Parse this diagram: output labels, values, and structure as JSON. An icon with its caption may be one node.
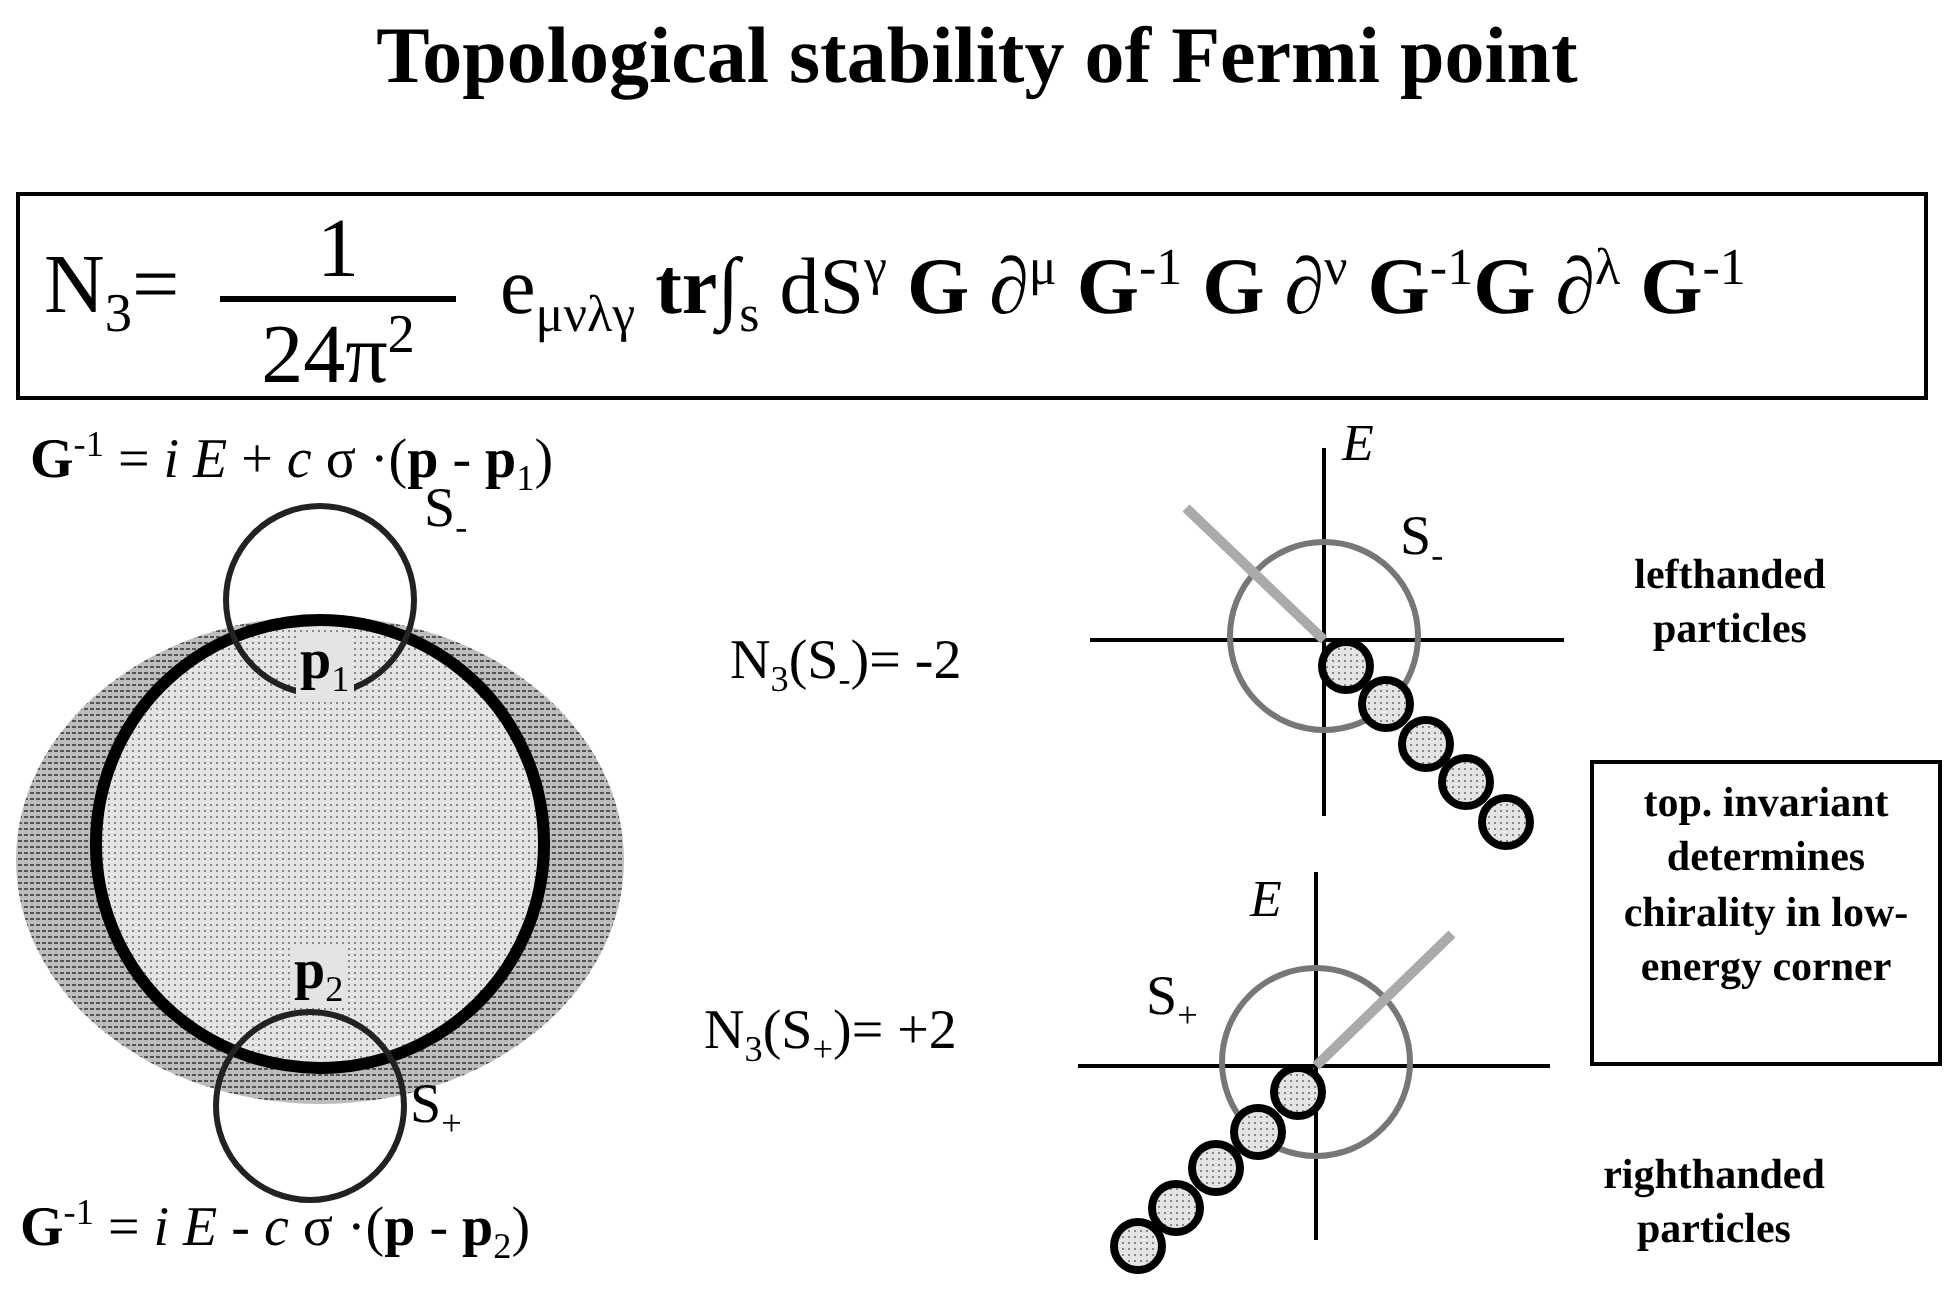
{
  "diagram": {
    "title": "Topological stability of Fermi point",
    "nodes": [
      {
        "text": [
          "N$_{3}$=",
          "1",
          "24π$^{2}$",
          "e$_{μνλγ}$ **tr**∫$_{s}$ dS$^{γ}$ **G** ∂$^{μ}$ **G**$^{-1}$ **G** ∂$^{ν}$ **G**$^{-1}$**G** ∂$^{λ}$ **G**$^{-1}$"
        ]
      },
      {
        "text": [
          "top. invariant determines chirality in low-energy corner"
        ]
      }
    ],
    "edges": [],
    "labels": [
      "**G**$^{-1}$ = *i E* + *c* σ ·(**p** - **p**$_{1}$)",
      "S$_{-}$",
      "**p**$_{1}$",
      "**p**$_{2}$",
      "S$_{+}$",
      "**G**$^{-1}$ = *i E* - *c* σ ·(**p** - **p**$_{2}$)",
      "E",
      "S$_{-}$",
      "lefthanded particles",
      "N$_{3}$(S$_{-}$)= -2",
      "E",
      "S$_{+}$",
      "N$_{3}$(S$_{+}$)= +2",
      "righthanded particles"
    ]
  }
}
